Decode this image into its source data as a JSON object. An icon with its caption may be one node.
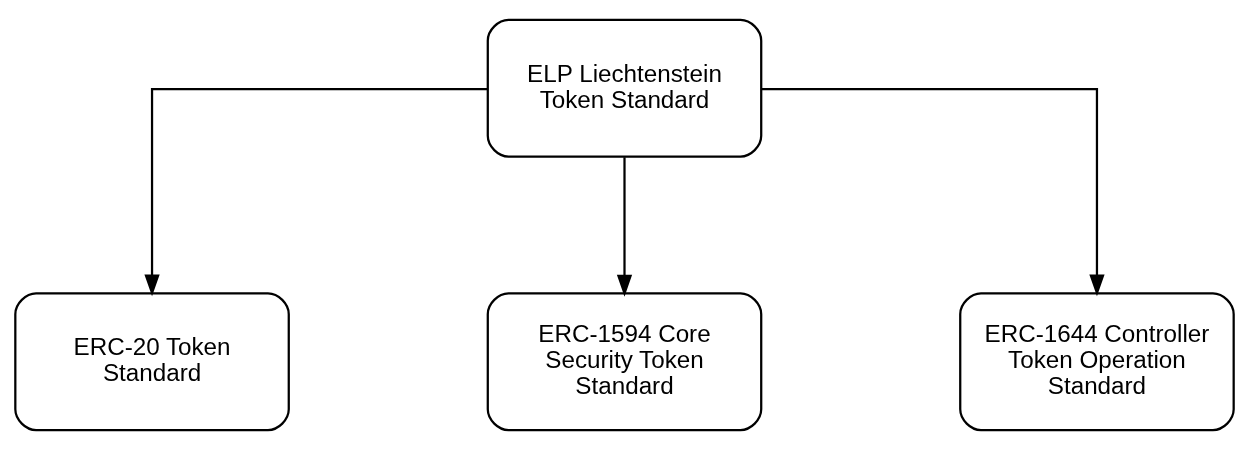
{
  "diagram": {
    "nodes": [
      {
        "text": [
          "ELP Liechtenstein Token Standard"
        ]
      },
      {
        "text": [
          "ERC-20 Token Standard"
        ]
      },
      {
        "text": [
          "ERC-1594 Core Security Token Standard"
        ]
      },
      {
        "text": [
          "ERC-1644 Controller Token Operation Standard"
        ]
      }
    ],
    "edges": [
      {
        "from": 0,
        "to": 1,
        "arrow": "to"
      },
      {
        "from": 0,
        "to": 2,
        "arrow": "to"
      },
      {
        "from": 0,
        "to": 3,
        "arrow": "to"
      }
    ]
  }
}
